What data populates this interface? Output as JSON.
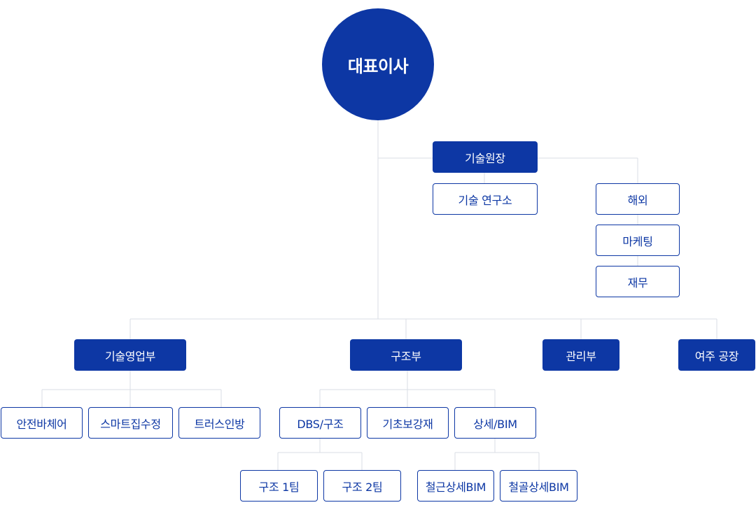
{
  "ceo": {
    "label": "대표이사"
  },
  "technical_director": {
    "label": "기술원장",
    "research_lab": "기술 연구소",
    "overseas": "해외",
    "marketing": "마케팅",
    "finance": "재무"
  },
  "departments": {
    "tech_sales": {
      "label": "기술영업부",
      "children": [
        "안전바체어",
        "스마트집수정",
        "트러스인방"
      ]
    },
    "structure": {
      "label": "구조부",
      "children": [
        {
          "label": "DBS/구조",
          "children": [
            "구조 1팀",
            "구조 2팀"
          ]
        },
        {
          "label": "기초보강재"
        },
        {
          "label": "상세/BIM",
          "children": [
            "철근상세BIM",
            "철골상세BIM"
          ]
        }
      ]
    },
    "management": {
      "label": "관리부"
    },
    "yeoju_factory": {
      "label": "여주 공장"
    }
  },
  "colors": {
    "primary": "#0d37a4",
    "connector": "#d9dde4",
    "background": "#ffffff"
  }
}
